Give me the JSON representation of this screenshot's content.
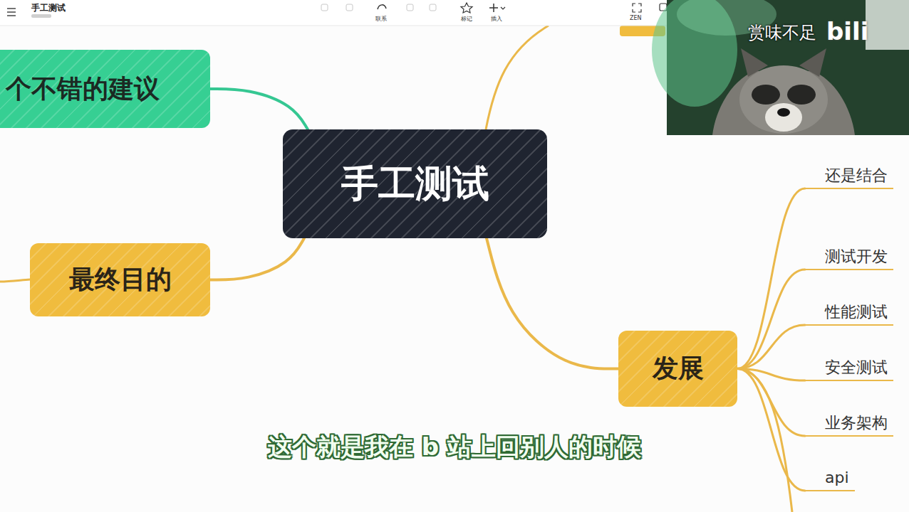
{
  "diagram": {
    "nodes": [
      {
        "text": [
          "手工测试"
        ]
      },
      {
        "text": [
          "个不错的建议"
        ]
      },
      {
        "text": [
          "最终目的"
        ]
      },
      {
        "text": [
          "发展"
        ]
      },
      {
        "text": [
          "还是结合"
        ]
      },
      {
        "text": [
          "测试开发"
        ]
      },
      {
        "text": [
          "性能测试"
        ]
      },
      {
        "text": [
          "安全测试"
        ]
      },
      {
        "text": [
          "业务架构"
        ]
      },
      {
        "text": [
          "api"
        ]
      }
    ],
    "edges": [
      {
        "from": 0,
        "to": 1,
        "arrow": "none"
      },
      {
        "from": 0,
        "to": 2,
        "arrow": "none"
      },
      {
        "from": 0,
        "to": 3,
        "arrow": "none"
      },
      {
        "from": 3,
        "to": 4,
        "arrow": "none"
      },
      {
        "from": 3,
        "to": 5,
        "arrow": "none"
      },
      {
        "from": 3,
        "to": 6,
        "arrow": "none"
      },
      {
        "from": 3,
        "to": 7,
        "arrow": "none"
      },
      {
        "from": 3,
        "to": 8,
        "arrow": "none"
      },
      {
        "from": 3,
        "to": 9,
        "arrow": "none"
      }
    ],
    "labels": [
      "手工测试",
      "联系",
      "标记",
      "插入",
      "ZEN",
      "赏味不足",
      "bili",
      "这个就是我在 b 站上回别人的时候"
    ]
  }
}
